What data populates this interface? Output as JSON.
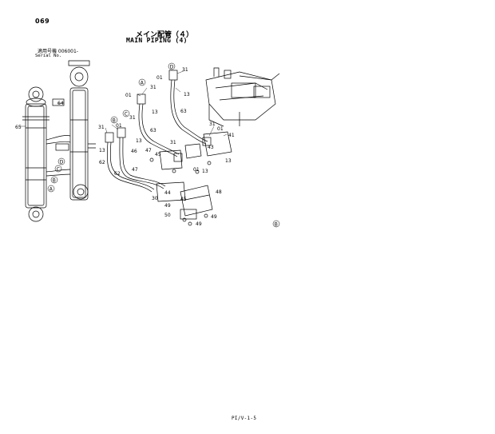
{
  "page_number": "069",
  "title_jp": "メイン配管（４）",
  "title_en": "MAIN PIPING (4)",
  "serial_jp": "適用号機  006001-",
  "serial_en": "Serial No.",
  "footer_code": "PI/V-1-5",
  "callouts": {
    "c64": "64",
    "c65": "65",
    "c31a": "31",
    "c31b": "31",
    "c31c": "31",
    "c31d": "31",
    "c31e": "31",
    "c31f": "31",
    "c01a": "01",
    "c01b": "01",
    "c01c": "01",
    "c01d": "01",
    "c01e": "01",
    "c13a": "13",
    "c13b": "13",
    "c13c": "13",
    "c13d": "13",
    "c13e": "13",
    "c13f": "13",
    "c63a": "63",
    "c63b": "63",
    "c41": "41",
    "c43": "43",
    "c45a": "45",
    "c45b": "45",
    "c46": "46",
    "c47a": "47",
    "c47b": "47",
    "c62a": "62",
    "c62b": "62",
    "c44": "44",
    "c30": "30",
    "c48": "48",
    "c49a": "49",
    "c49b": "49",
    "c49c": "49",
    "c50": "50"
  },
  "letters": {
    "a1": "A",
    "a2": "A",
    "b1": "B",
    "b2": "B",
    "b3": "B",
    "c1": "C",
    "c2": "C",
    "d1": "D",
    "d2": "D"
  }
}
